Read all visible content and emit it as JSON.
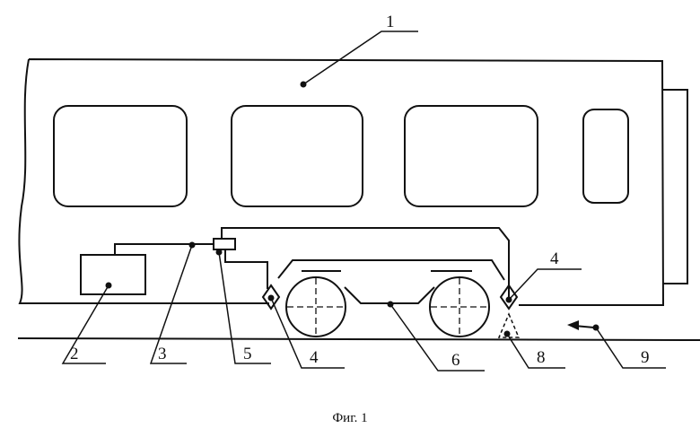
{
  "figure": {
    "caption": "Фиг. 1",
    "labels": [
      "1",
      "2",
      "3",
      "4",
      "4",
      "5",
      "6",
      "8",
      "9"
    ]
  },
  "colors": {
    "ink": "#111111",
    "background": "#ffffff"
  }
}
